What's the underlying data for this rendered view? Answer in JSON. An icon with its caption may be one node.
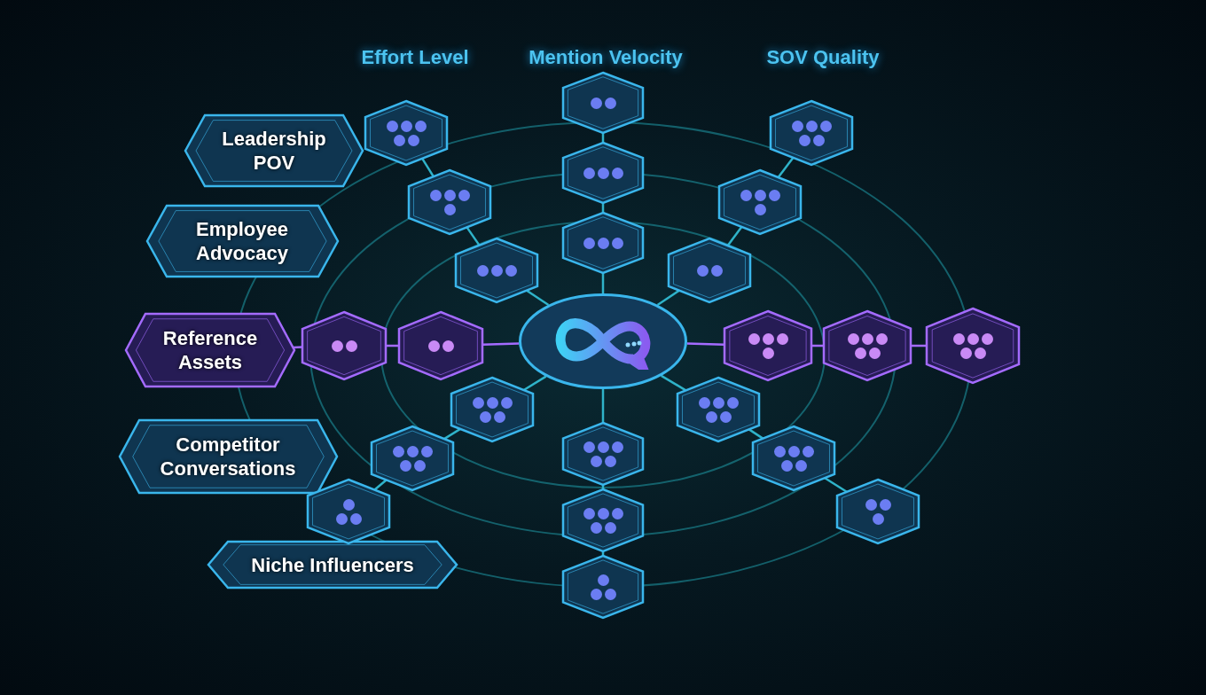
{
  "diagram": {
    "nodes": [
      {
        "text": [
          "Leadership POV"
        ]
      },
      {
        "text": [
          "Employee Advocacy"
        ]
      },
      {
        "text": [
          "Reference Assets"
        ]
      },
      {
        "text": [
          "Competitor Conversations"
        ]
      },
      {
        "text": [
          "Niche Influencers"
        ]
      },
      {
        "text": [],
        "shape": "circle"
      },
      {
        "text": [],
        "shape": "hexagon"
      },
      {
        "text": [],
        "shape": "hexagon"
      },
      {
        "text": [],
        "shape": "hexagon"
      },
      {
        "text": [],
        "shape": "hexagon"
      },
      {
        "text": [],
        "shape": "hexagon"
      },
      {
        "text": [],
        "shape": "hexagon"
      },
      {
        "text": [],
        "shape": "hexagon"
      },
      {
        "text": [],
        "shape": "hexagon"
      },
      {
        "text": [],
        "shape": "hexagon"
      },
      {
        "text": [],
        "shape": "hexagon"
      },
      {
        "text": [],
        "shape": "hexagon"
      },
      {
        "text": [],
        "shape": "hexagon"
      },
      {
        "text": [],
        "shape": "hexagon"
      },
      {
        "text": [],
        "shape": "hexagon"
      },
      {
        "text": [],
        "shape": "hexagon"
      },
      {
        "text": [],
        "shape": "hexagon"
      },
      {
        "text": [],
        "shape": "hexagon"
      },
      {
        "text": [],
        "shape": "hexagon"
      },
      {
        "text": [],
        "shape": "hexagon"
      },
      {
        "text": [],
        "shape": "hexagon"
      },
      {
        "text": [],
        "shape": "hexagon"
      },
      {
        "text": [],
        "shape": "hexagon"
      },
      {
        "text": [],
        "shape": "hexagon"
      }
    ],
    "edges": [
      {
        "from": 6,
        "to": 9,
        "arrow": "none"
      },
      {
        "from": 9,
        "to": 12,
        "arrow": "none"
      },
      {
        "from": 12,
        "to": 5,
        "arrow": "none"
      },
      {
        "from": 7,
        "to": 10,
        "arrow": "none"
      },
      {
        "from": 10,
        "to": 13,
        "arrow": "none"
      },
      {
        "from": 13,
        "to": 5,
        "arrow": "none"
      },
      {
        "from": 8,
        "to": 11,
        "arrow": "none"
      },
      {
        "from": 11,
        "to": 14,
        "arrow": "none"
      },
      {
        "from": 14,
        "to": 5,
        "arrow": "none"
      },
      {
        "from": 2,
        "to": 15,
        "arrow": "none",
        "color": "#a46bff"
      },
      {
        "from": 15,
        "to": 16,
        "arrow": "none",
        "color": "#a46bff"
      },
      {
        "from": 16,
        "to": 5,
        "arrow": "none",
        "color": "#a46bff"
      },
      {
        "from": 5,
        "to": 17,
        "arrow": "none",
        "color": "#a46bff"
      },
      {
        "from": 17,
        "to": 18,
        "arrow": "none",
        "color": "#a46bff"
      },
      {
        "from": 18,
        "to": 19,
        "arrow": "none",
        "color": "#a46bff"
      },
      {
        "from": 5,
        "to": 20,
        "arrow": "none"
      },
      {
        "from": 20,
        "to": 23,
        "arrow": "none"
      },
      {
        "from": 23,
        "to": 25,
        "arrow": "none"
      },
      {
        "from": 5,
        "to": 22,
        "arrow": "none"
      },
      {
        "from": 22,
        "to": 26,
        "arrow": "none"
      },
      {
        "from": 26,
        "to": 28,
        "arrow": "none"
      },
      {
        "from": 5,
        "to": 21,
        "arrow": "none"
      },
      {
        "from": 21,
        "to": 24,
        "arrow": "none"
      },
      {
        "from": 24,
        "to": 27,
        "arrow": "none"
      }
    ],
    "labels": [
      "Effort Level",
      "Mention Velocity",
      "SOV Quality"
    ]
  }
}
